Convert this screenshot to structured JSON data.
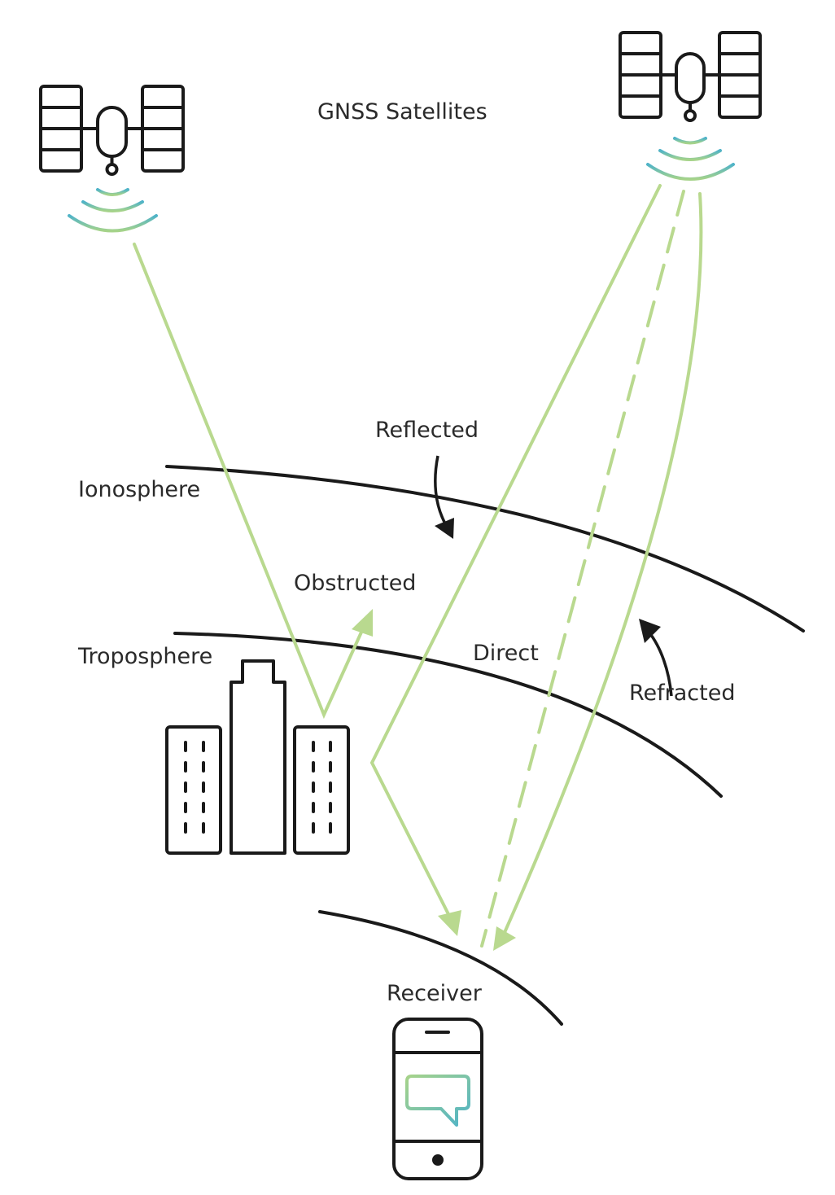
{
  "labels": {
    "title": "GNSS Satellites",
    "reflected": "Reflected",
    "ionosphere": "Ionosphere",
    "obstructed": "Obstructed",
    "troposphere": "Troposphere",
    "direct": "Direct",
    "refracted": "Refracted",
    "receiver": "Receiver"
  },
  "colors": {
    "signal_green": "#b9d98f",
    "wave_blue": "#4fb3c8",
    "wave_green": "#a6d38a",
    "outline": "#1a1a1a",
    "text": "#2a2a2a"
  },
  "icons": {
    "satellite_left": "satellite-icon",
    "satellite_right": "satellite-icon",
    "buildings": "city-buildings-icon",
    "receiver": "smartphone-icon"
  }
}
